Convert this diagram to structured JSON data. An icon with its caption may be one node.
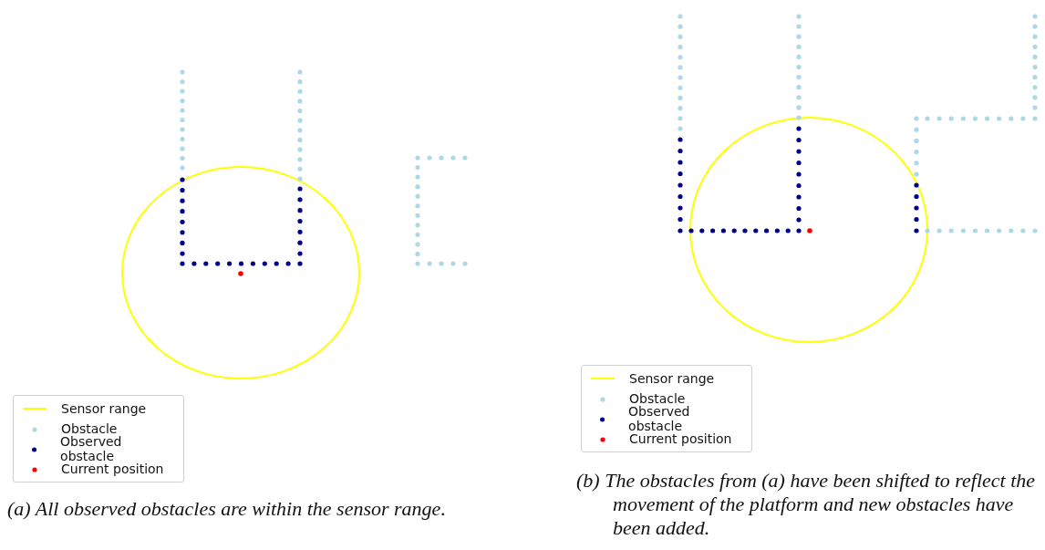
{
  "diagram": {
    "labels": [
      "(a) All observed obstacles are within the sensor range.",
      "(b) The obstacles from (a) have been shifted to reflect the movement of the platform and new obstacles have been added."
    ],
    "legend": [
      {
        "text": "Sensor range"
      },
      {
        "text": "Obstacle"
      },
      {
        "text": "Observed obstacle"
      },
      {
        "text": "Current position"
      },
      {
        "text": "Sensor range"
      },
      {
        "text": "Obstacle"
      },
      {
        "text": "Observed obstacle"
      },
      {
        "text": "Current position"
      }
    ]
  }
}
